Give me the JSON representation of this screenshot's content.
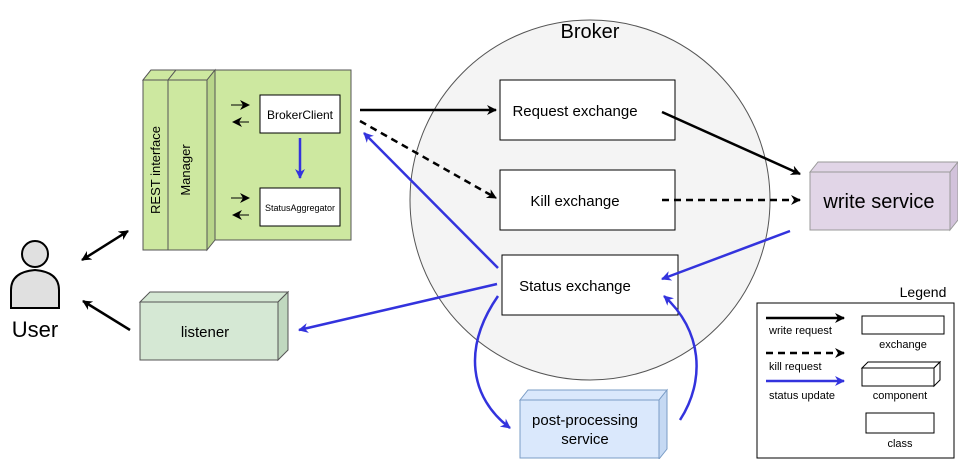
{
  "broker": {
    "label": "Broker"
  },
  "user": {
    "label": "User"
  },
  "frontend": {
    "rest_label": "REST interface",
    "manager_label": "Manager",
    "broker_client_label": "BrokerClient",
    "status_aggregator_label": "StatusAggregator"
  },
  "exchanges": {
    "request": "Request exchange",
    "kill": "Kill exchange",
    "status": "Status exchange"
  },
  "services": {
    "write": "write service",
    "listener": "listener",
    "post_processing_line1": "post-processing",
    "post_processing_line2": "service"
  },
  "legend": {
    "title": "Legend",
    "write_request": "write request",
    "kill_request": "kill request",
    "status_update": "status update",
    "exchange": "exchange",
    "component": "component",
    "class": "class"
  },
  "colors": {
    "green_fill": "#cde8a0",
    "green_light": "#d5e8d4",
    "purple_fill": "#e1d5e7",
    "blue_fill": "#dae8fc",
    "status_blue": "#3333dd",
    "broker_fill": "#f4f4f4"
  }
}
